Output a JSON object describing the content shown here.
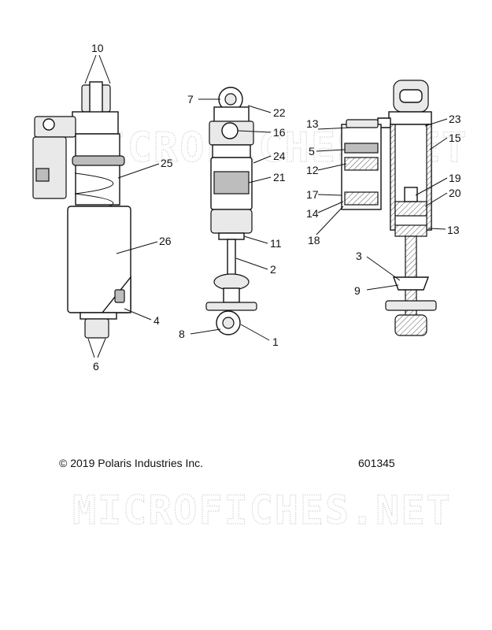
{
  "callouts": {
    "c1": "1",
    "c2": "2",
    "c3": "3",
    "c4": "4",
    "c5": "5",
    "c6": "6",
    "c7": "7",
    "c8": "8",
    "c9": "9",
    "c10": "10",
    "c11": "11",
    "c12": "12",
    "c13a": "13",
    "c13b": "13",
    "c14": "14",
    "c15": "15",
    "c16": "16",
    "c17": "17",
    "c18": "18",
    "c19": "19",
    "c20": "20",
    "c21": "21",
    "c22": "22",
    "c23": "23",
    "c24": "24",
    "c25": "25",
    "c26": "26"
  },
  "footer": {
    "copyright": "© 2019 Polaris Industries Inc.",
    "diagram_number": "601345"
  },
  "watermark": {
    "top": "MICROFICHES.NET",
    "bottom": "MICROFICHES.NET"
  }
}
